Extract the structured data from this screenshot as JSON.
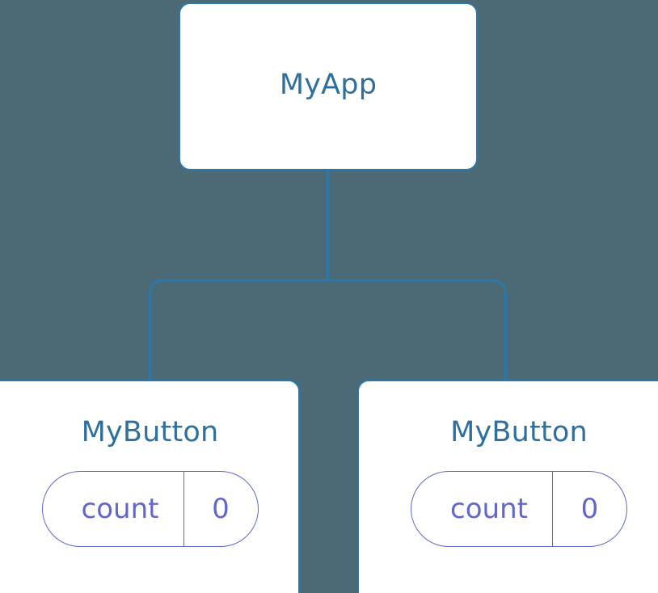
{
  "diagram": {
    "type": "component-tree",
    "background_color": "#4c6a76",
    "node_border_color": "#2e77a8",
    "node_title_color": "#2e6f9e",
    "state_color": "#6167cc",
    "edge_color": "#2e77a8",
    "root": {
      "label": "MyApp"
    },
    "children": [
      {
        "label": "MyButton",
        "state": {
          "key": "count",
          "value": "0"
        }
      },
      {
        "label": "MyButton",
        "state": {
          "key": "count",
          "value": "0"
        }
      }
    ]
  }
}
